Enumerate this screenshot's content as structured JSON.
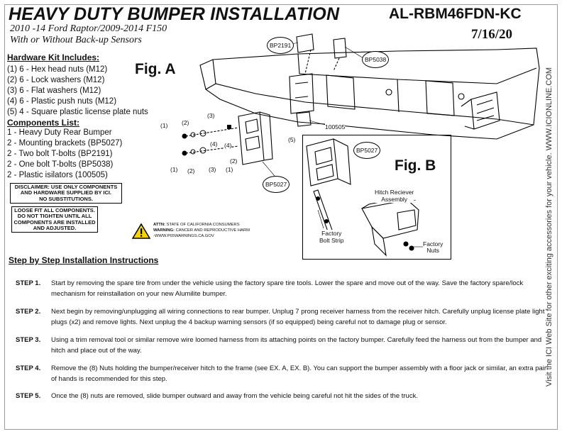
{
  "header": {
    "title": "HEAVY DUTY BUMPER INSTALLATION",
    "part_number": "AL-RBM46FDN-KC",
    "subtitle_line1": "2010 -14 Ford Raptor/2009-2014 F150",
    "subtitle_line2": "With or Without Back-up Sensors",
    "date": "7/16/20"
  },
  "side_note": "Visit the ICI Web Site for other exciting accessories for your vehicle. WWW.ICIONLINE.COM",
  "hardware_kit": {
    "heading": "Hardware Kit Includes:",
    "items": [
      "(1) 6 - Hex head nuts (M12)",
      "(2) 6 - Lock washers (M12)",
      "(3) 6 - Flat washers (M12)",
      "(4) 6 - Plastic push nuts (M12)",
      "(5) 4 - Square plastic license plate nuts"
    ]
  },
  "components": {
    "heading": "Components List:",
    "items": [
      "1 - Heavy Duty Rear Bumper",
      "2 - Mounting brackets (BP5027)",
      "2 - Two bolt T-bolts (BP2191)",
      "2 - One bolt T-bolts (BP5038)",
      "2 - Plastic isilators (100505)"
    ]
  },
  "disclaimer": {
    "line1": "DISCLAIMER: USE ONLY COMPONENTS",
    "line2": "AND HARDWARE SUPPLIED BY ICI.",
    "line3": "NO SUBSTITUTIONS."
  },
  "loose_fit": {
    "line1": "LOOSE FIT ALL COMPONENTS.",
    "line2": "DO NOT TIGHTEN UNTIL ALL",
    "line3": "COMPONENTS ARE INSTALLED",
    "line4": "AND ADJUSTED."
  },
  "warning": {
    "line1_bold": "ATTN:",
    "line1_rest": "STATE OF CALIFORNIA CONSUMERS",
    "line2_bold": "WARNING:",
    "line2_rest": "CANCER AND REPRODUCTIVE HARM",
    "line3": "-WWW.P65WARNINGS.CA.GOV"
  },
  "figures": {
    "fig_a": "Fig. A",
    "fig_b": "Fig. B",
    "callouts": {
      "bp2191": "BP2191",
      "bp5038": "BP5038",
      "bp5027_a": "BP5027",
      "bp5027_b": "BP5027",
      "p100505": "100505",
      "n1a": "(1)",
      "n2a": "(2)",
      "n3a": "(3)",
      "n4a": "(4)",
      "n1b": "(1)",
      "n2b": "(2)",
      "n3b": "(3)",
      "n4b": "(4)",
      "n5": "(5)",
      "n1c": "(1)",
      "n2c": "(2)",
      "hitch1": "Hitch Reciever",
      "hitch2": "Assembly",
      "strip1": "Factory",
      "strip2": "Bolt Strip",
      "nuts1": "Factory",
      "nuts2": "Nuts"
    }
  },
  "steps": {
    "heading": "Step by Step Installation Instructions",
    "items": [
      {
        "label": "STEP 1.",
        "text": "Start by removing the spare tire from under the vehicle using the factory spare tire tools.  Lower the spare and move out of the way. Save the factory spare/lock mechanism for reinstallation on your new Alumilite bumper."
      },
      {
        "label": "STEP 2.",
        "text": "Next begin by removing/unplugging all wiring connections to rear bumper. Unplug 7 prong receiver harness from the receiver hitch. Carefully unplug license plate light plugs (x2) and remove lights. Next unplug the 4 backup warning sensors (if so equipped) being careful not to damage plug or sensor."
      },
      {
        "label": "STEP 3.",
        "text": "Using a trim removal tool or similar remove wire loomed harness from its attaching points on the factory bumper. Carefully feed the harness out from the bumper and hitch and place out of the way."
      },
      {
        "label": "STEP 4.",
        "text": "Remove the (8) Nuts holding the bumper/receiver hitch to the frame (see EX. A, EX. B). You can support the bumper assembly with a floor jack or similar, an extra pair of hands is recommended for this step."
      },
      {
        "label": "STEP 5.",
        "text": "Once the (8) nuts are removed, slide bumper outward and away from the vehicle being careful not hit the sides of the truck."
      }
    ]
  }
}
